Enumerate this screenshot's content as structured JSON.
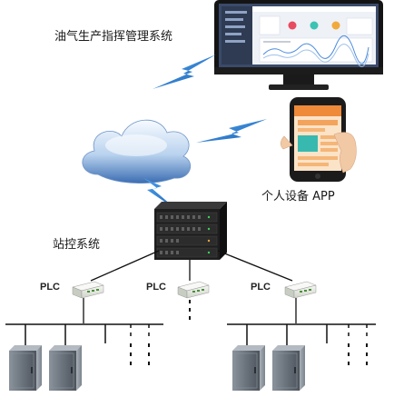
{
  "labels": {
    "system_title": "油气生产指挥管理系统",
    "personal_app": "个人设备 APP",
    "station_control": "站控系统",
    "plc_left": "PLC",
    "plc_middle": "PLC",
    "plc_right": "PLC"
  },
  "icons": {
    "monitor": "desktop-monitor-icon",
    "phone": "smartphone-app-icon",
    "cloud": "cloud-icon",
    "server": "rack-server-icon",
    "plc": "plc-module-icon",
    "cabinet": "control-cabinet-icon",
    "signal": "wireless-signal-icon"
  },
  "colors": {
    "lightning": "#2f7fd3",
    "cloud": "#3f6fb4",
    "server": "#1c1c1c",
    "cabinet": "#6e7680",
    "bus": "#111111",
    "phone_screen": "#ee8a3a"
  }
}
